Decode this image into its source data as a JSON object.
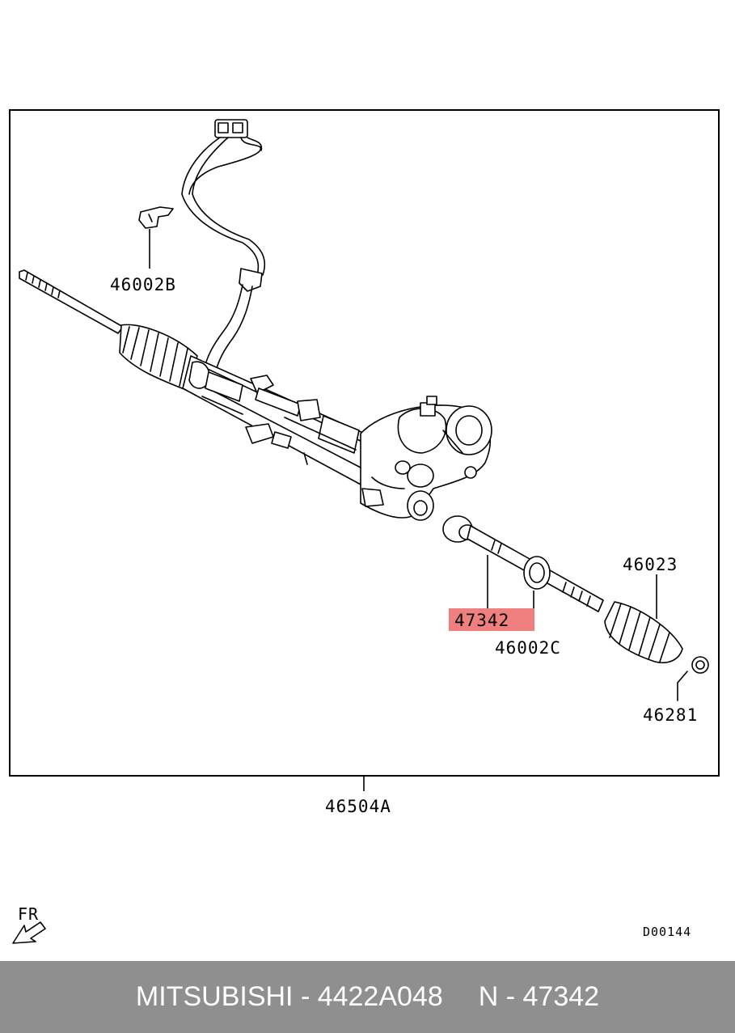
{
  "diagram": {
    "labels": {
      "assembly": "46504A",
      "bracket": "46002B",
      "tie_rod": "47342",
      "clip": "46002C",
      "boot": "46023",
      "band": "46281"
    },
    "direction_text": "FR",
    "code": "D00144",
    "highlight_color": "#f08080"
  },
  "footer": {
    "brand_part": "MITSUBISHI - 4422A048",
    "ref": "N - 47342",
    "background": "#8f8f8f"
  }
}
